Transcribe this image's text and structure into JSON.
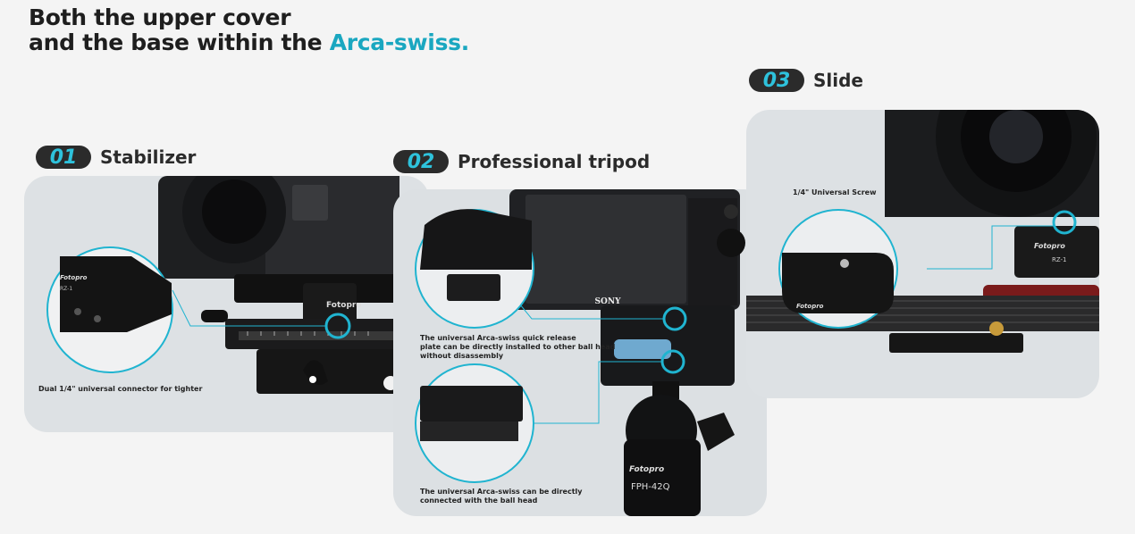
{
  "header": {
    "line1": "Both the upper cover",
    "line2_prefix": "and the base within the ",
    "line2_accent": "Arca-swiss."
  },
  "sections": [
    {
      "number": "01",
      "title": "Stabilizer",
      "captions": [
        "Dual 1/4\" universal connector for tighter"
      ],
      "brand": "Fotopro",
      "model": "RZ-1"
    },
    {
      "number": "02",
      "title": "Professional tripod",
      "captions": [
        "The universal Arca-swiss quick release",
        "plate can be directly installed to other ball head",
        "without disassembly",
        "The universal Arca-swiss can be directly",
        "connected with the ball head"
      ],
      "camera_brand": "SONY",
      "brand": "Fotopro",
      "model": "FPH-42Q"
    },
    {
      "number": "03",
      "title": "Slide",
      "captions": [
        "1/4\" Universal Screw"
      ],
      "brand": "Fotopro",
      "model": "RZ-1"
    }
  ],
  "colors": {
    "accent": "#1aa7c0",
    "callout": "#20b4d0",
    "pill_bg": "#2b2b2b",
    "panel_bg": "#dde1e4"
  }
}
